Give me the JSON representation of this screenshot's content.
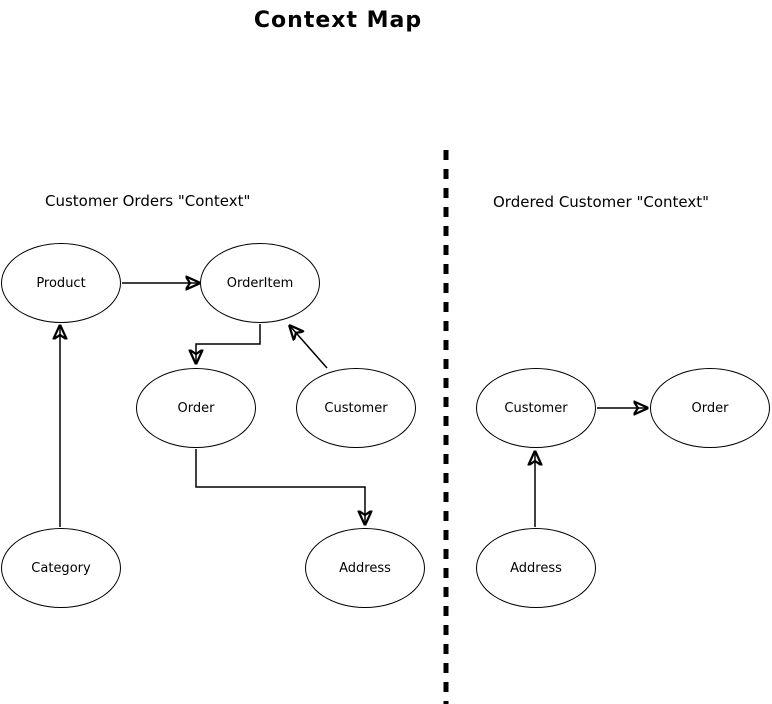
{
  "title": "Context Map",
  "colors": {
    "ink": "#000000",
    "background": "#ffffff"
  },
  "contexts": [
    {
      "label": "Customer Orders \"Context\"",
      "nodes": [
        {
          "label": "Product"
        },
        {
          "label": "OrderItem"
        },
        {
          "label": "Order"
        },
        {
          "label": "Customer"
        },
        {
          "label": "Category"
        },
        {
          "label": "Address"
        }
      ],
      "edges": [
        {
          "from": "Product",
          "to": "OrderItem"
        },
        {
          "from": "OrderItem",
          "to": "Order"
        },
        {
          "from": "Customer",
          "to": "OrderItem"
        },
        {
          "from": "Order",
          "to": "Address"
        },
        {
          "from": "Category",
          "to": "Product"
        }
      ]
    },
    {
      "label": "Ordered Customer \"Context\"",
      "nodes": [
        {
          "label": "Customer"
        },
        {
          "label": "Order"
        },
        {
          "label": "Address"
        }
      ],
      "edges": [
        {
          "from": "Customer",
          "to": "Order"
        },
        {
          "from": "Address",
          "to": "Customer"
        }
      ]
    }
  ]
}
